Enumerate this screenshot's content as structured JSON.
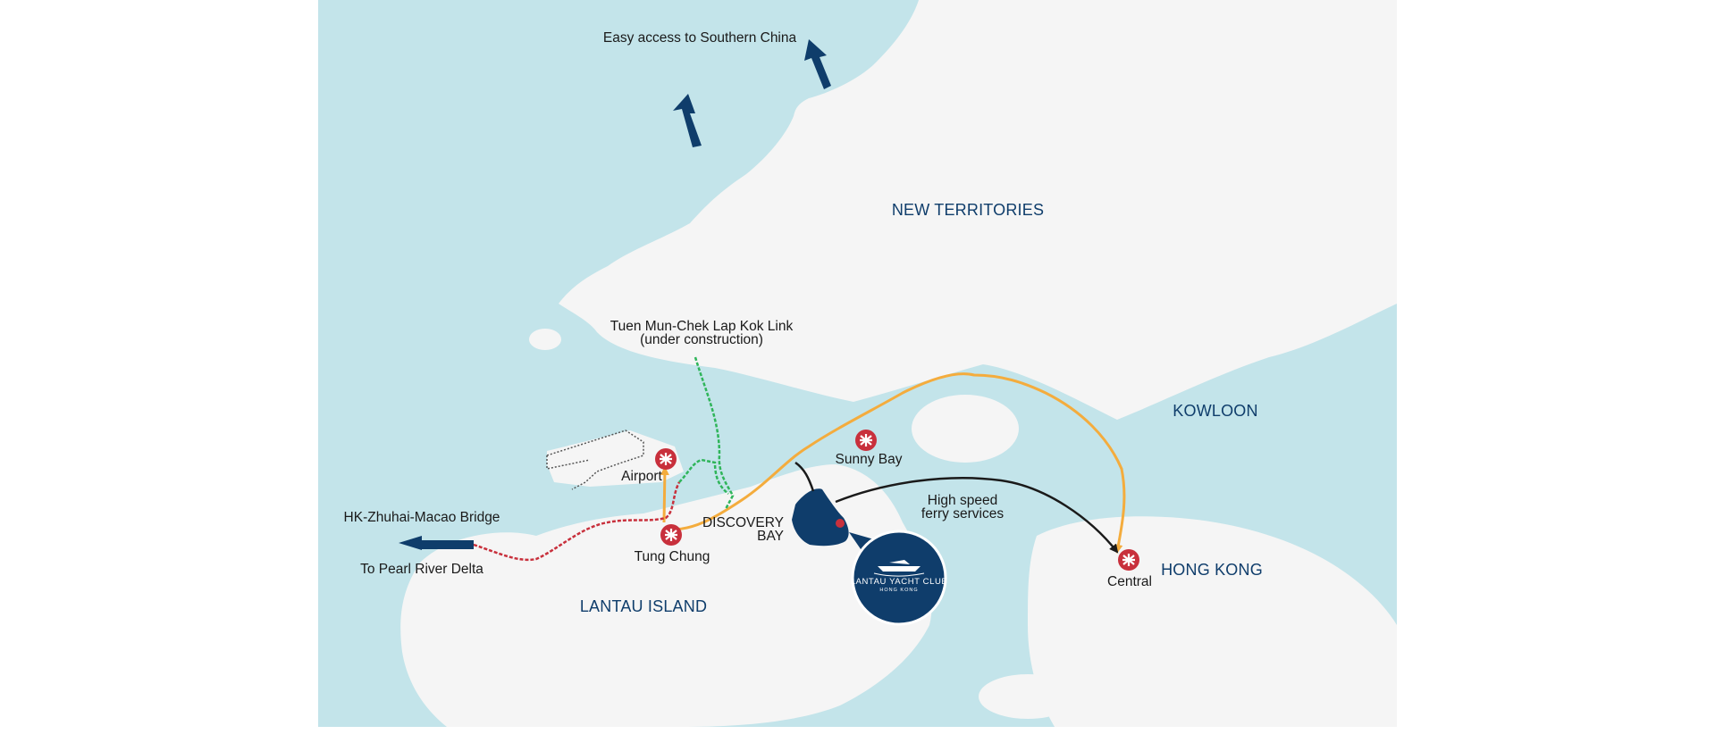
{
  "map": {
    "colors": {
      "sea": "#c3e4ea",
      "land": "#f5f5f5",
      "brand_navy": "#0f3d6b",
      "route_orange": "#f4ac3d",
      "route_red": "#c8303c",
      "route_green": "#2fb55a",
      "route_grey": "#555555",
      "mtr_red": "#c8303c"
    },
    "regions": {
      "new_territories": "NEW TERRITORIES",
      "kowloon": "KOWLOON",
      "hong_kong": "HONG KONG",
      "lantau_island": "LANTAU ISLAND"
    },
    "labels": {
      "southern_china": "Easy access to Southern China",
      "tuen_mun_line1": "Tuen Mun-Chek Lap Kok Link",
      "tuen_mun_line2": "(under construction)",
      "bridge": "HK-Zhuhai-Macao Bridge",
      "pearl_river": "To Pearl River Delta",
      "discovery_line1": "DISCOVERY",
      "discovery_line2": "BAY",
      "ferry_line1": "High speed",
      "ferry_line2": "ferry services"
    },
    "stations": {
      "airport": "Airport",
      "tung_chung": "Tung Chung",
      "sunny_bay": "Sunny Bay",
      "central": "Central"
    },
    "logo": {
      "name": "LANTAU YACHT CLUB",
      "sub": "HONG KONG"
    },
    "icons": {
      "station": "mtr-station-icon",
      "arrow": "direction-arrow-icon",
      "logo": "yacht-club-logo-icon"
    }
  }
}
